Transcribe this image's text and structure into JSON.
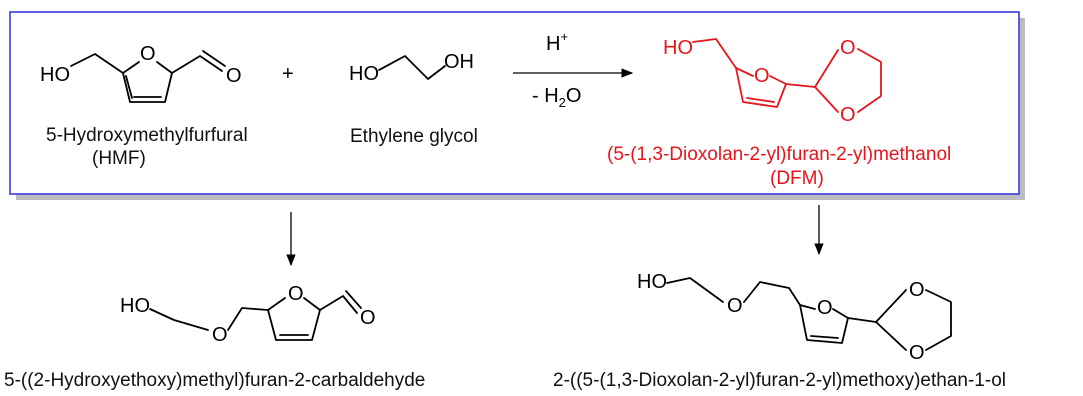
{
  "colors": {
    "highlight": "#e8141b",
    "frame": "#3a3adf",
    "shadow": "#bdbdbd"
  },
  "reaction": {
    "plus": "+",
    "catalyst": "H",
    "catalyst_sup": "+",
    "byproduct_prefix": "- H",
    "byproduct_sub": "2",
    "byproduct_suffix": "O"
  },
  "hmf": {
    "name": "5-Hydroxymethylfurfural",
    "abbr": "(HMF)",
    "atom_ho": "HO",
    "atom_o_ring": "O",
    "atom_o_cho": "O"
  },
  "glycol": {
    "name": "Ethylene glycol",
    "atom_ho": "HO",
    "atom_oh": "OH"
  },
  "dfm": {
    "name": "(5-(1,3-Dioxolan-2-yl)furan-2-yl)methanol",
    "abbr": "(DFM)",
    "atom_ho": "HO",
    "atom_o_ring": "O",
    "atom_o_top": "O",
    "atom_o_bottom": "O"
  },
  "side_left": {
    "name": "5-((2-Hydroxyethoxy)methyl)furan-2-carbaldehyde",
    "atom_ho": "HO",
    "atom_o_ether": "O",
    "atom_o_ring": "O",
    "atom_o_cho": "O"
  },
  "side_right": {
    "name": "2-((5-(1,3-Dioxolan-2-yl)furan-2-yl)methoxy)ethan-1-ol",
    "atom_ho": "HO",
    "atom_o_ether": "O",
    "atom_o_ring": "O",
    "atom_o_top": "O",
    "atom_o_bottom": "O"
  }
}
